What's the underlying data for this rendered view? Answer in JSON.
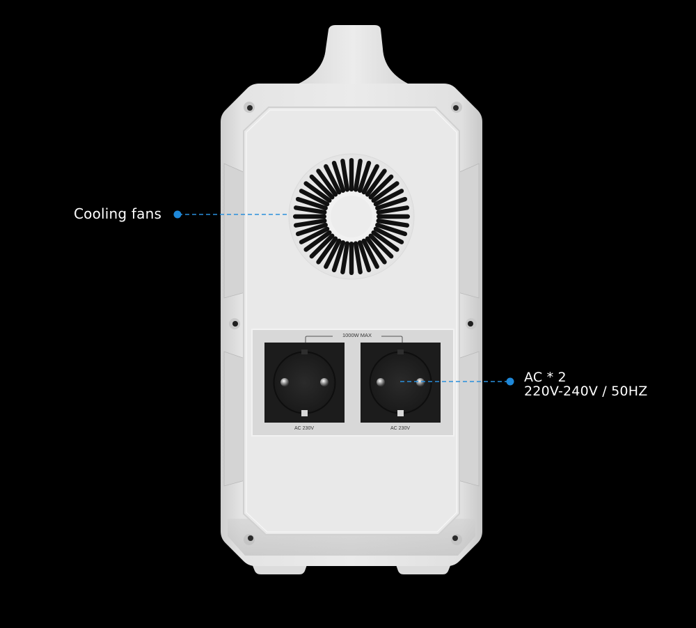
{
  "product": {
    "name": "portable-power-station-rear-panel",
    "body_color": "#e6e6e6",
    "background_color": "#000000"
  },
  "callouts": [
    {
      "id": "cooling-fans",
      "lines": [
        "Cooling fans"
      ],
      "dot_color": "#1e88d9",
      "line_style": "dashed"
    },
    {
      "id": "ac-outlets",
      "lines": [
        "AC * 2",
        "220V-240V / 50HZ"
      ],
      "dot_color": "#1e88d9",
      "line_style": "dashed"
    }
  ],
  "panel": {
    "max_label": "1000W MAX",
    "sockets": [
      {
        "label": "AC 230V"
      },
      {
        "label": "AC 230V"
      }
    ]
  }
}
